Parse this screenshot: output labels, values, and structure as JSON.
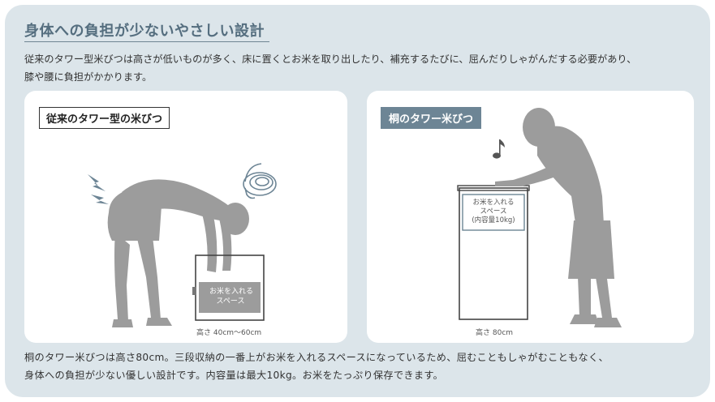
{
  "heading": "身体への負担が少ないやさしい設計",
  "intro": {
    "line1": "従来のタワー型米びつは高さが低いものが多く、床に置くとお米を取り出したり、補充するたびに、屈んだりしゃがんだする必要があり、",
    "line2": "膝や腰に負担がかかります。"
  },
  "left_panel": {
    "label": "従来のタワー型の米びつ",
    "box_text_1": "お米を入れる",
    "box_text_2": "スペース",
    "height_caption": "高さ 40cm〜60cm"
  },
  "right_panel": {
    "label": "桐のタワー米びつ",
    "box_text_1": "お米を入れる",
    "box_text_2": "スペース",
    "box_text_3": "(内容量10kg)",
    "height_caption": "高さ 80cm"
  },
  "outro": {
    "line1": "桐のタワー米びつは高さ80cm。三段収納の一番上がお米を入れるスペースになっているため、屈むこともしゃがむこともなく、",
    "line2": "身体への負担が少ない優しい設計です。内容量は最大10kg。お米をたっぷり保存できます。"
  },
  "colors": {
    "background": "#dce5ea",
    "accent": "#556e7f",
    "figure": "#9c9c9c",
    "label_fill": "#6d8595"
  }
}
